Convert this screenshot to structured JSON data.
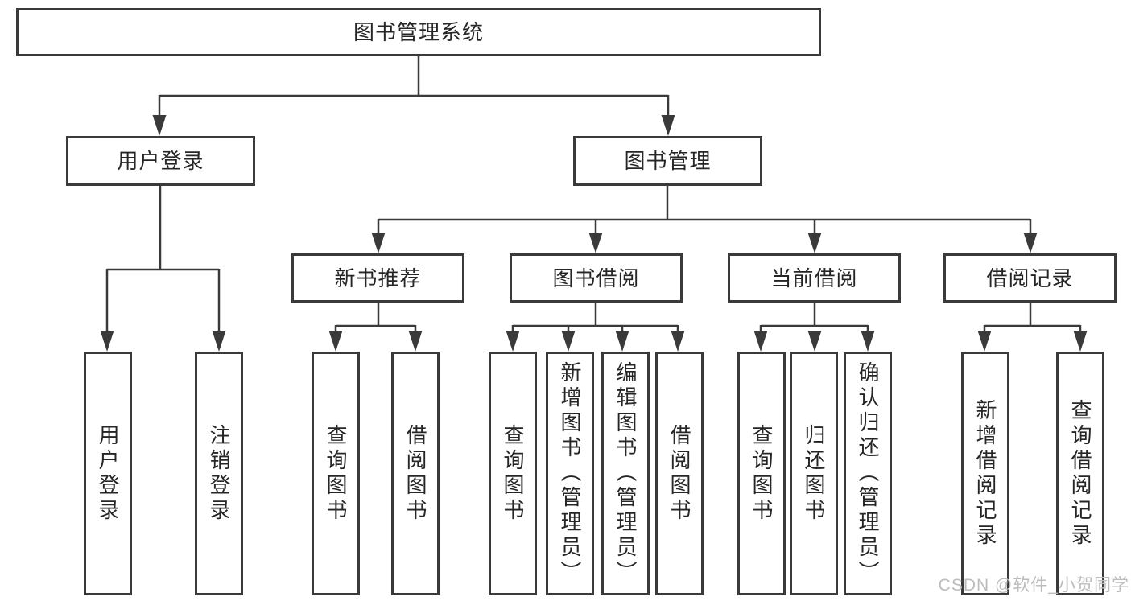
{
  "root": {
    "label": "图书管理系统"
  },
  "branches": [
    {
      "label": "用户登录",
      "children": [
        {
          "label": "用户登录"
        },
        {
          "label": "注销登录"
        }
      ]
    },
    {
      "label": "图书管理",
      "children": [
        {
          "label": "新书推荐",
          "children": [
            {
              "label": "查询图书"
            },
            {
              "label": "借阅图书"
            }
          ]
        },
        {
          "label": "图书借阅",
          "children": [
            {
              "label": "查询图书"
            },
            {
              "label": "新增图书（管理员）"
            },
            {
              "label": "编辑图书（管理员）"
            },
            {
              "label": "借阅图书"
            }
          ]
        },
        {
          "label": "当前借阅",
          "children": [
            {
              "label": "查询图书"
            },
            {
              "label": "归还图书"
            },
            {
              "label": "确认归还（管理员）"
            }
          ]
        },
        {
          "label": "借阅记录",
          "children": [
            {
              "label": "新增借阅记录"
            },
            {
              "label": "查询借阅记录"
            }
          ]
        }
      ]
    }
  ],
  "watermark": {
    "text": "CSDN @软件_小贺同学"
  },
  "colors": {
    "line": "#3a3a3a",
    "text": "#262626",
    "watermark": "#bcbcbc",
    "background": "#ffffff"
  }
}
